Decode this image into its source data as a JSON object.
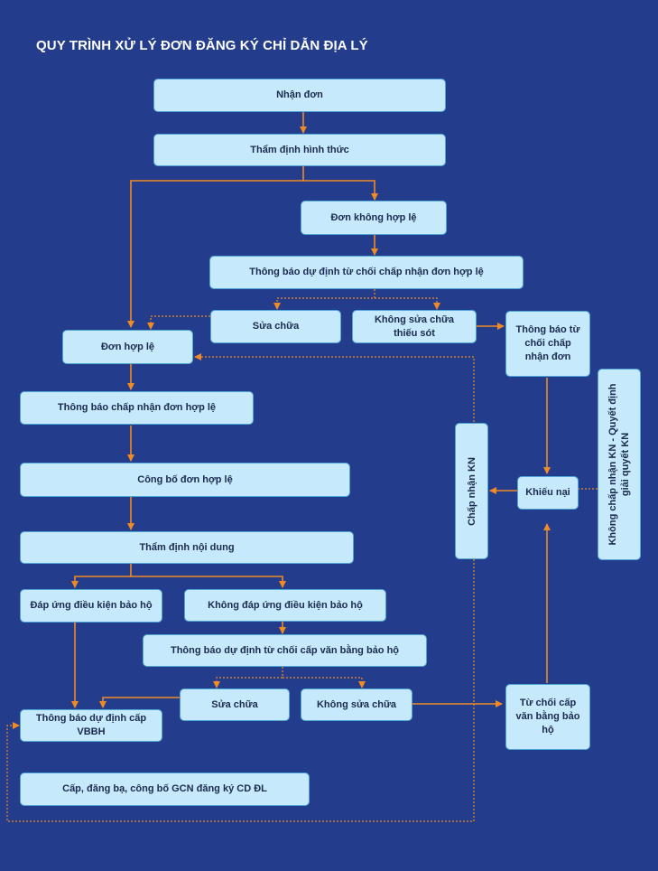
{
  "title": "QUY TRÌNH XỬ LÝ ĐƠN ĐĂNG KÝ CHỈ DẪN ĐỊA LÝ",
  "colors": {
    "background": "#233d8c",
    "box_fill": "#c6e9fb",
    "box_border": "#4ea6d9",
    "arrow": "#f08a24"
  },
  "nodes": {
    "nhan_don": "Nhận đơn",
    "tham_dinh_hinh_thuc": "Thẩm định hình thức",
    "don_khong_hop_le": "Đơn không hợp lệ",
    "thong_bao_tu_choi_chap_nhan": "Thông báo dự định từ chối chấp nhận đơn hợp lệ",
    "sua_chua_1": "Sửa chữa",
    "khong_sua_chua_thieu_sot": "Không sửa chữa thiếu sót",
    "thong_bao_tu_choi_don": "Thông báo từ chối chấp nhận đơn",
    "don_hop_le": "Đơn hợp lệ",
    "thong_bao_chap_nhan": "Thông báo chấp nhận đơn hợp lệ",
    "cong_bo": "Công bố đơn hợp lệ",
    "tham_dinh_noi_dung": "Thẩm định nội dung",
    "dap_ung": "Đáp ứng điều kiện bảo hộ",
    "khong_dap_ung": "Không đáp ứng điều kiện bảo hộ",
    "thong_bao_tu_choi_van_bang": "Thông báo dự định từ chối cấp văn bằng bảo hộ",
    "sua_chua_2": "Sửa chữa",
    "khong_sua_chua": "Không sửa chữa",
    "thong_bao_du_dinh_cap": "Thông báo dự định cấp VBBH",
    "tu_choi_cap_van_bang": "Từ chối cấp văn bằng bảo hộ",
    "cap_dang_ba": "Cấp, đăng bạ, công bố GCN đăng ký CD ĐL",
    "khieu_nai": "Khiếu nại",
    "chap_nhan_kn": "Chấp nhận KN",
    "khong_chap_nhan_kn_1": "Không chấp nhận KN - Quyết định",
    "khong_chap_nhan_kn_2": "giải quyết KN"
  }
}
